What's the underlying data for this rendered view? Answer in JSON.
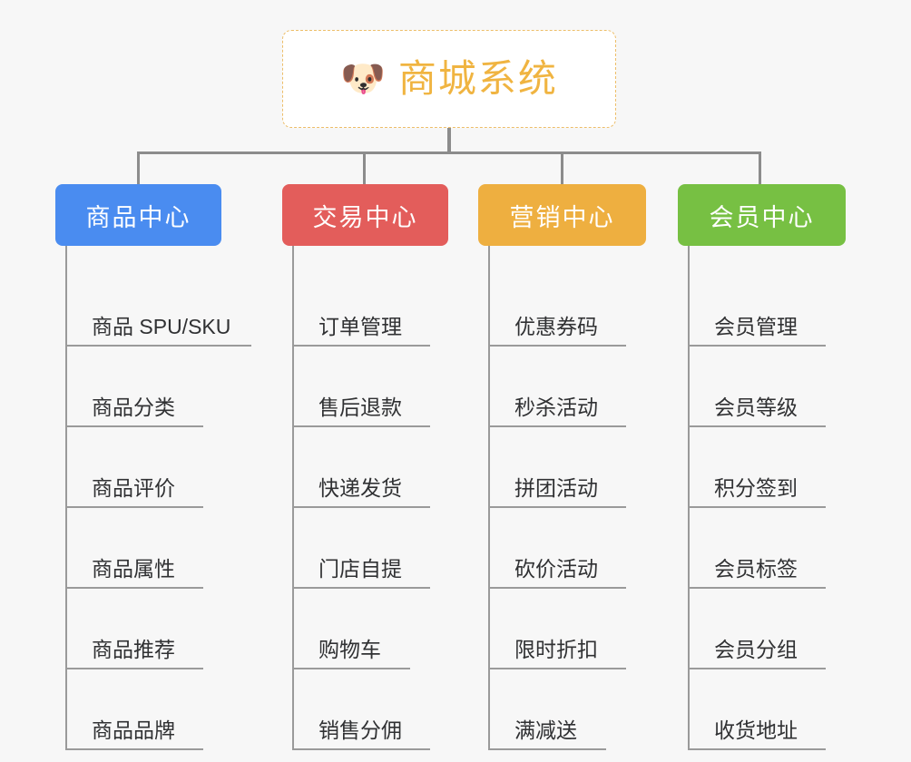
{
  "diagram": {
    "title": "商城系统",
    "background_color": "#f7f7f7",
    "root": {
      "label": "商城系统",
      "icon": "shiba-dog-face-icon",
      "icon_glyph": "🐶",
      "text_color": "#f0b441",
      "border_color": "#edbe69",
      "background_color": "#ffffff"
    },
    "connector_color": "#8c8c8c",
    "branches": [
      {
        "label": "商品中心",
        "color": "#4a8cf0",
        "text_color": "#ffffff",
        "items": [
          "商品 SPU/SKU",
          "商品分类",
          "商品评价",
          "商品属性",
          "商品推荐",
          "商品品牌"
        ]
      },
      {
        "label": "交易中心",
        "color": "#e35d5b",
        "text_color": "#ffffff",
        "items": [
          "订单管理",
          "售后退款",
          "快递发货",
          "门店自提",
          "购物车",
          "销售分佣"
        ]
      },
      {
        "label": "营销中心",
        "color": "#eeaf40",
        "text_color": "#ffffff",
        "items": [
          "优惠券码",
          "秒杀活动",
          "拼团活动",
          "砍价活动",
          "限时折扣",
          "满减送"
        ]
      },
      {
        "label": "会员中心",
        "color": "#77c043",
        "text_color": "#ffffff",
        "items": [
          "会员管理",
          "会员等级",
          "积分签到",
          "会员标签",
          "会员分组",
          "收货地址"
        ]
      }
    ]
  }
}
